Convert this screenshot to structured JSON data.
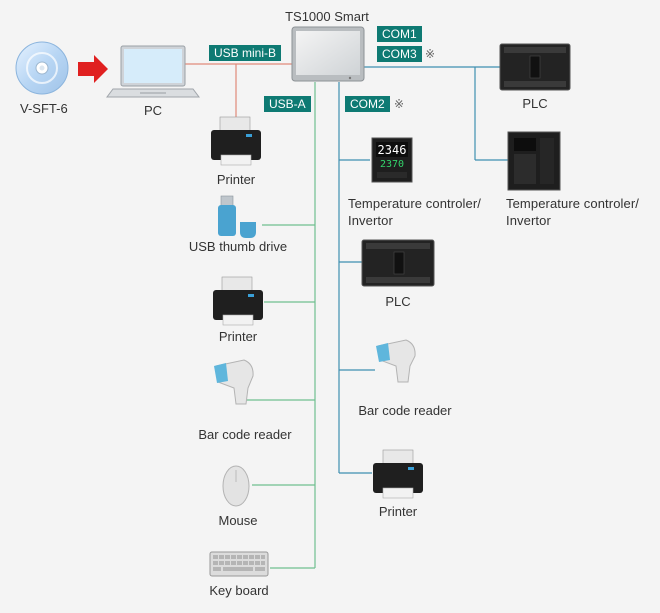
{
  "software": "V-SFT-6",
  "pc": "PC",
  "hmi": "TS1000 Smart",
  "ports": {
    "usb_mini_b": "USB mini-B",
    "usb_a": "USB-A",
    "com1": "COM1",
    "com3": "COM3",
    "com2": "COM2",
    "note_mark": "※"
  },
  "usb_devices": [
    "Printer",
    "USB thumb drive",
    "Printer",
    "Bar code reader",
    "Mouse",
    "Key board"
  ],
  "com2_devices": [
    "Temperature controler/ Invertor",
    "PLC",
    "Bar code reader",
    "Printer"
  ],
  "com13_devices": [
    "PLC",
    "Temperature controler/ Invertor"
  ],
  "controller_display": {
    "top": "2346",
    "bottom": "2370"
  },
  "colors": {
    "usb_line": "#6fbf8f",
    "com_line": "#3f8fb0",
    "pc_line": "#e08a7a",
    "tag": "#0e7a73",
    "arrow": "#e02020"
  }
}
